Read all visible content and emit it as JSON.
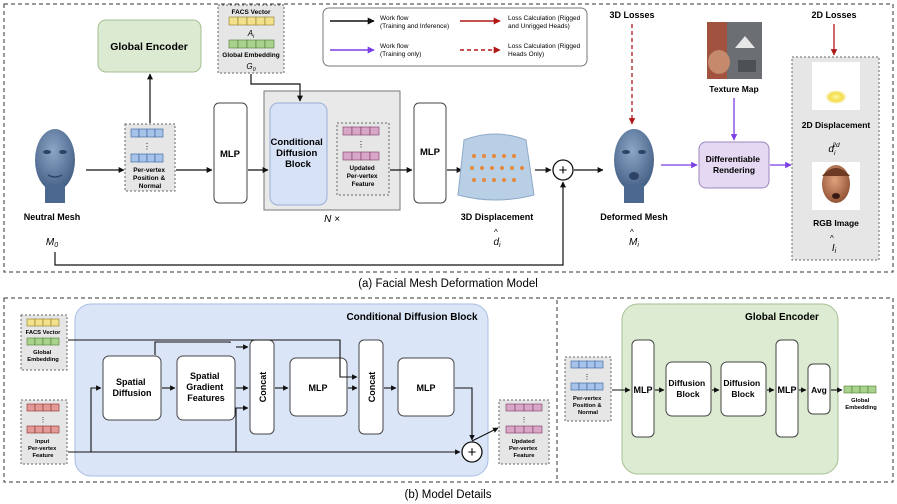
{
  "legend": {
    "work_flow_both": "Work flow",
    "work_flow_both_sub": "(Training and Inference)",
    "work_flow_train": "Work flow",
    "work_flow_train_sub": "(Training only)",
    "loss_rigged": "Loss Calculation (Rigged",
    "loss_rigged_sub": "and Unrigged Heads)",
    "loss_rigged_only": "Loss Calculation (Rigged",
    "loss_rigged_only_sub": "Heads Only)",
    "colors": {
      "black": "#111111",
      "purple": "#7b3fe4",
      "red": "#b01818"
    }
  },
  "part_a": {
    "caption": "(a) Facial Mesh Deformation Model",
    "global_encoder": "Global Encoder",
    "facs_vector": "FACS Vector",
    "facs_symbol": "A",
    "facs_symbol_sub": "i",
    "global_embedding": "Global Embedding",
    "global_symbol": "G",
    "global_symbol_sub": "0",
    "neutral_mesh": "Neutral Mesh",
    "neutral_symbol": "M",
    "neutral_symbol_sub": "0",
    "per_vertex_1": "Per-vertex",
    "per_vertex_2": "Position &",
    "per_vertex_3": "Normal",
    "mlp_1": "MLP",
    "cdb_1": "Conditional",
    "cdb_2": "Diffusion",
    "cdb_3": "Block",
    "updated_1": "Updated",
    "updated_2": "Per-vertex",
    "updated_3": "Feature",
    "n_times": "N ×",
    "mlp_2": "MLP",
    "displacement_3d": "3D Displacement",
    "d_symbol": "d",
    "d_symbol_sub": "i",
    "losses_3d": "3D Losses",
    "deformed_mesh": "Deformed Mesh",
    "m_hat_symbol": "M",
    "m_hat_symbol_sub": "i",
    "texture_map": "Texture Map",
    "diff_render_1": "Differentiable",
    "diff_render_2": "Rendering",
    "losses_2d": "2D Losses",
    "displacement_2d": "2D Displacement",
    "d2d_symbol": "d",
    "d2d_symbol_sub": "i",
    "d2d_symbol_sup": "2d",
    "rgb_image": "RGB Image",
    "i_symbol": "I",
    "i_symbol_sub": "i"
  },
  "part_b": {
    "caption": "(b) Model Details",
    "cdb_title": "Conditional Diffusion Block",
    "facs_vector": "FACS Vector",
    "global_embedding_1": "Global",
    "global_embedding_2": "Embedding",
    "input_1": "Input",
    "input_2": "Per-vertex",
    "input_3": "Feature",
    "spatial_diffusion_1": "Spatial",
    "spatial_diffusion_2": "Diffusion",
    "sgf_1": "Spatial",
    "sgf_2": "Gradient",
    "sgf_3": "Features",
    "concat_1": "Concat",
    "mlp_1": "MLP",
    "concat_2": "Concat",
    "mlp_2": "MLP",
    "updated_1": "Updated",
    "updated_2": "Per-vertex",
    "updated_3": "Feature",
    "ge_title": "Global Encoder",
    "pv_1": "Per-vertex",
    "pv_2": "Position &",
    "pv_3": "Normal",
    "ge_mlp_1": "MLP",
    "db_1a": "Diffusion",
    "db_1b": "Block",
    "db_2a": "Diffusion",
    "db_2b": "Block",
    "ge_mlp_2": "MLP",
    "avg": "Avg",
    "ge_out_1": "Global",
    "ge_out_2": "Embedding"
  }
}
